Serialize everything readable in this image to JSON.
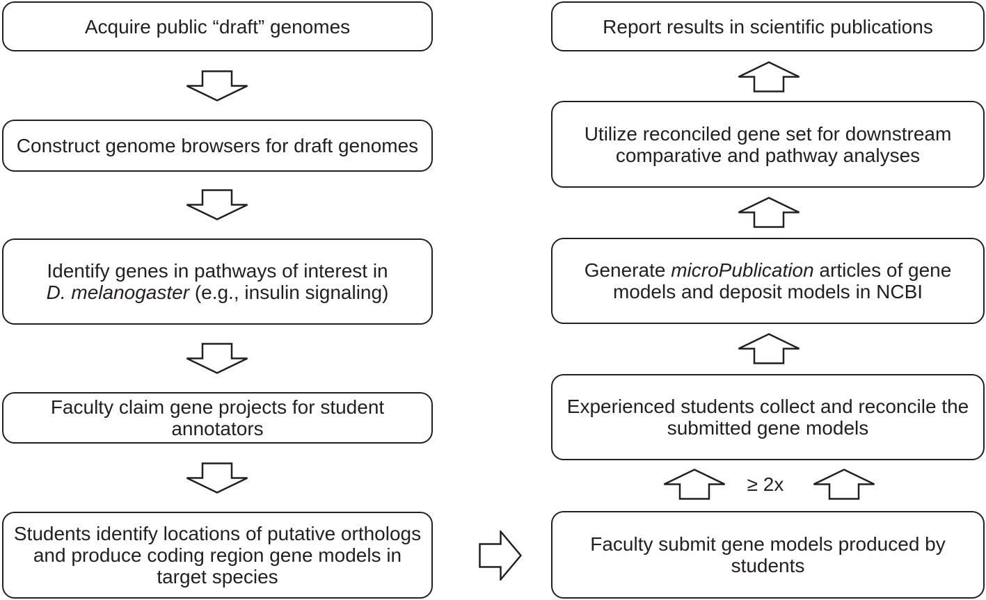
{
  "colors": {
    "stroke": "#231f20",
    "text": "#231f20",
    "background": "#ffffff"
  },
  "labels": {
    "iteration": "≥ 2x"
  },
  "left_column": {
    "boxes": [
      {
        "l1": "Acquire public “draft” genomes"
      },
      {
        "l1": "Construct genome browsers for draft genomes"
      },
      {
        "l1": "Identify genes in pathways of interest in",
        "l2_italic": "D. melanogaster",
        "l2_rest": "(e.g., insulin signaling)"
      },
      {
        "l1": "Faculty claim gene projects for student",
        "l2": "annotators"
      },
      {
        "l1": "Students identify locations of putative orthologs",
        "l2": "and produce coding region gene models in",
        "l3": "target species"
      }
    ]
  },
  "right_column": {
    "boxes": [
      {
        "l1": "Report results in scientific publications"
      },
      {
        "l1": "Utilize reconciled gene set for downstream",
        "l2": "comparative and pathway analyses"
      },
      {
        "l1_pre": "Generate",
        "l1_italic": "microPublication",
        "l1_rest": "articles of gene",
        "l2": "models and deposit models in NCBI"
      },
      {
        "l1": "Experienced students collect and reconcile the",
        "l2": "submitted gene models"
      },
      {
        "l1": "Faculty submit gene models produced by",
        "l2": "students"
      }
    ]
  }
}
